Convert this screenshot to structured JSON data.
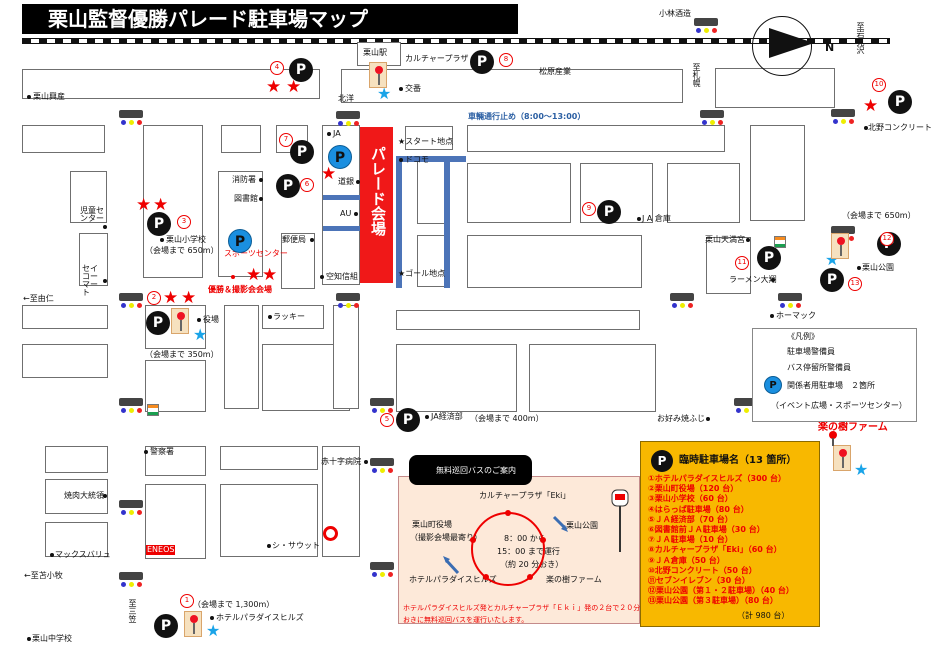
{
  "title": "栗山監督優勝パレード駐車場マップ",
  "compass": {
    "north": "N"
  },
  "labels": {
    "station": "栗山駅",
    "cultureplaza": "カルチャープラザ「Eki」",
    "matsubara": "松原産業",
    "kobayashi": "小林酒造",
    "iwamizawa": "至岩見沢",
    "sapporo": "至札幌",
    "yuni": "←至由仁",
    "tomakomai": "←至苫小牧",
    "sanatsu": "至三笠",
    "kurikomae": "栗山興産",
    "kurikita": "北洋",
    "kou": "交番",
    "ja": "JA",
    "start": "★スタート地点",
    "docomo": "ドコモ",
    "doudou": "道銀",
    "au": "AU",
    "kuuchi": "空知信組",
    "goal": "★ゴール地点",
    "parade": "パレード会場",
    "sasue": "消防署",
    "library": "図書館",
    "post": "郵便局",
    "jidou": "児童センター",
    "kurisho": "栗山小学校",
    "distance650": "（会場まで 650m）",
    "seikomart": "セイコーマート",
    "sports": "スポーツセンター",
    "ceremony": "優勝＆撮影会会場",
    "lucky": "ラッキー",
    "office": "役場",
    "distance350": "（会場まで 350m）",
    "keisatsu": "警察署",
    "yakinikudai": "焼肉大統領",
    "maxvalue": "マックスバリュ",
    "eneos": "ENEOS",
    "shisa": "シ・サウット",
    "redcross": "赤十字病院",
    "jakei": "JA経済部",
    "distance400": "（会場まで 400m）",
    "okonomi": "お好み焼ふじ",
    "jasouko": "J A 倉庫",
    "yamakakuya": "栗山天満宮",
    "raamen": "ラーメン大翔",
    "homac": "ホーマック",
    "kitano": "北野コンクリート",
    "kuriyama_park": "栗山公園",
    "distance650b": "（会場まで 650m）",
    "nozomifarm": "楽の樹ファーム",
    "paradise": "ホテルパラダイスヒルズ",
    "distance1300": "（会場まで 1,300m）",
    "kurichu": "栗山中学校",
    "traffic": "車輛通行止め（8:00〜13:00）"
  },
  "legend": {
    "title": "《凡例》",
    "items": [
      {
        "icon": "red-star",
        "label": "駐車場警備員"
      },
      {
        "icon": "blue-star",
        "label": "バス停留所警備員"
      },
      {
        "icon": "parking",
        "label": "関係者用駐車場　２箇所"
      }
    ],
    "note": "（イベント広場・スポーツセンター）"
  },
  "notice": {
    "title": "臨時駐車場名（13 箇所）",
    "items": [
      "①ホテルパラダイスヒルズ（300 台）",
      "②栗山町役場（120 台）",
      "③栗山小学校（60 台）",
      "④はらっぱ駐車場（80 台）",
      "⑤ＪＡ経済部（70 台）",
      "⑥図書館前ＪＡ駐車場（30 台）",
      "⑦ＪＡ駐車場（10 台）",
      "⑧カルチャープラザ「Eki」（60 台）",
      "⑨ＪＡ倉庫（50 台）",
      "⑩北野コンクリート（50 台）",
      "⑪セブンイレブン（30 台）",
      "⑫栗山公園（第１・２駐車場）（40 台）",
      "⑬栗山公園（第３駐車場）（80 台）"
    ],
    "total": "（計 980 台）"
  },
  "bus": {
    "title": "無料巡回バスのご案内",
    "top": "カルチャープラザ「Eki」",
    "left_top": "栗山町役場",
    "left_mid": "（撮影会場最寄り）",
    "right": "栗山公園",
    "bottom_left": "ホテルパラダイスヒルズ",
    "bottom_right": "楽の樹ファーム",
    "center1": "8：00 から",
    "center2": "15：00 まで運行",
    "center3": "（約 20 分おき）",
    "footer1": "ホテルパラダイスヒルズ発とカルチャープラザ「Ｅｋｉ」発の２台で２０分",
    "footer2": "おきに無料巡回バスを運行いたします。"
  },
  "ui": {
    "parking": "P",
    "parking_blue": "P"
  },
  "numbers": {
    "n1": "1",
    "n2": "2",
    "n3": "3",
    "n4": "4",
    "n5": "5",
    "n6": "6",
    "n7": "7",
    "n8": "8",
    "n9": "9",
    "n10": "10",
    "n11": "11",
    "n12": "12",
    "n13": "13"
  }
}
